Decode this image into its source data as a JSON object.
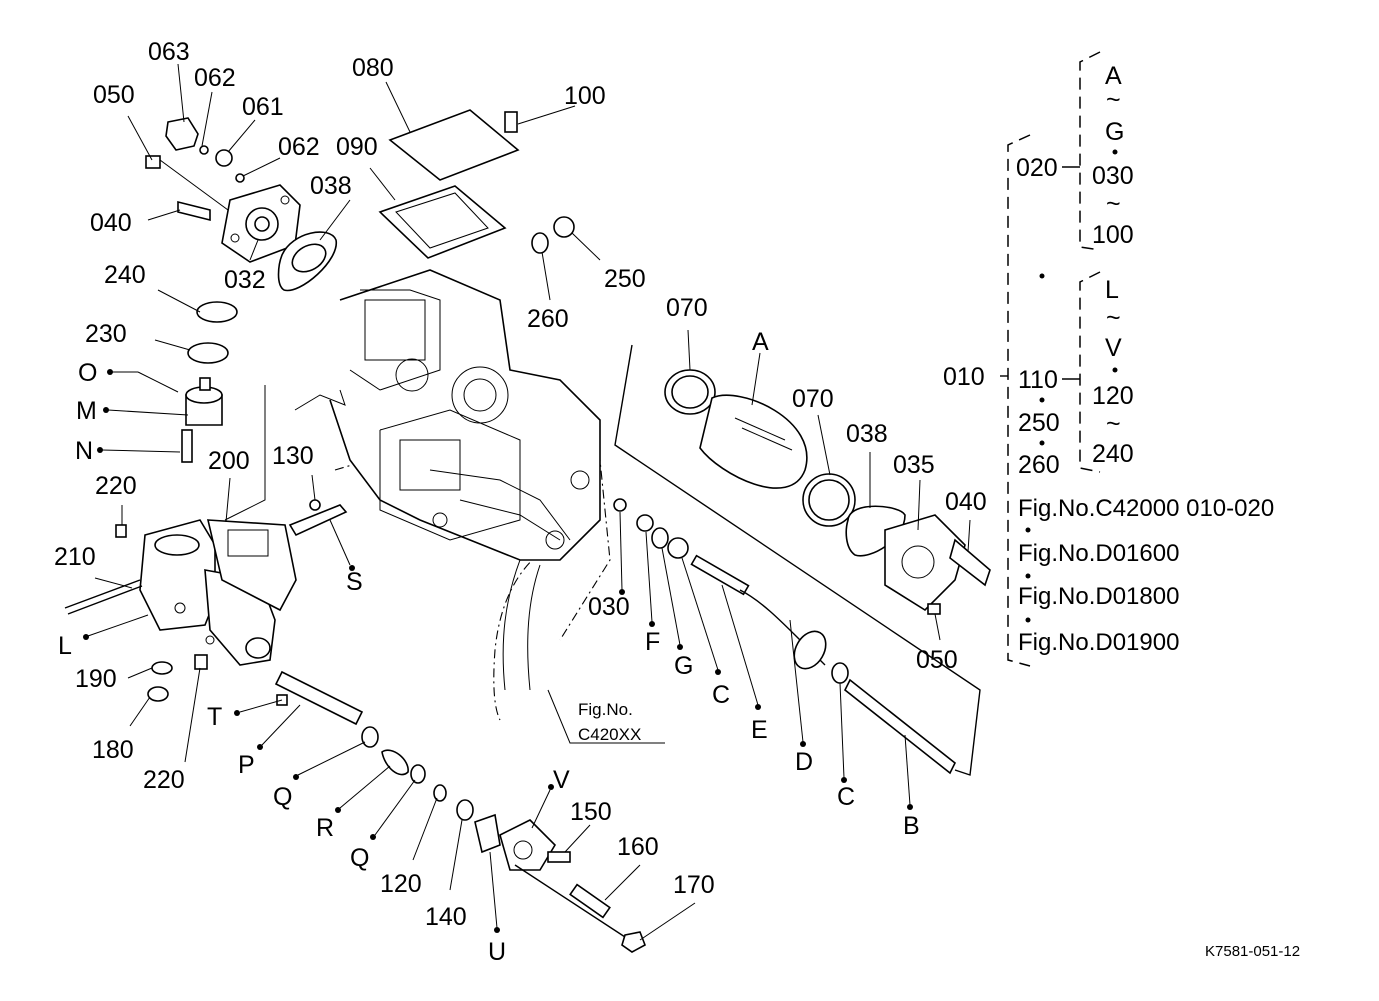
{
  "part_labels": {
    "p063": "063",
    "p062a": "062",
    "p061": "061",
    "p062b": "062",
    "p050a": "050",
    "p080": "080",
    "p100": "100",
    "p090": "090",
    "p038a": "038",
    "p040a": "040",
    "p032": "032",
    "p250": "250",
    "p260": "260",
    "p240": "240",
    "p230": "230",
    "O": "O",
    "M": "M",
    "N": "N",
    "p070a": "070",
    "A": "A",
    "p070b": "070",
    "p038b": "038",
    "p035": "035",
    "p040b": "040",
    "p220a": "220",
    "p200": "200",
    "p130": "130",
    "S": "S",
    "p210": "210",
    "L": "L",
    "p190": "190",
    "p180": "180",
    "p220b": "220",
    "T": "T",
    "P": "P",
    "Q1": "Q",
    "R": "R",
    "Q2": "Q",
    "p120": "120",
    "p140": "140",
    "U": "U",
    "V": "V",
    "p150": "150",
    "p160": "160",
    "p170": "170",
    "p030": "030",
    "F": "F",
    "G": "G",
    "C1": "C",
    "E": "E",
    "D": "D",
    "C2": "C",
    "B": "B",
    "p050b": "050"
  },
  "fig_ref": {
    "line1": "Fig.No.",
    "line2": "C420XX"
  },
  "legend": {
    "top_root": "020",
    "top_group": [
      "A",
      "~",
      "G",
      "030",
      "~",
      "100"
    ],
    "main_root": "010",
    "mid_node": "110",
    "mid_group": [
      "L",
      "~",
      "V",
      "120",
      "~",
      "240"
    ],
    "extras": [
      "250",
      "260"
    ],
    "figs": [
      "Fig.No.C42000  010-020",
      "Fig.No.D01600",
      "Fig.No.D01800",
      "Fig.No.D01900"
    ]
  },
  "doc_code": "K7581-051-12"
}
